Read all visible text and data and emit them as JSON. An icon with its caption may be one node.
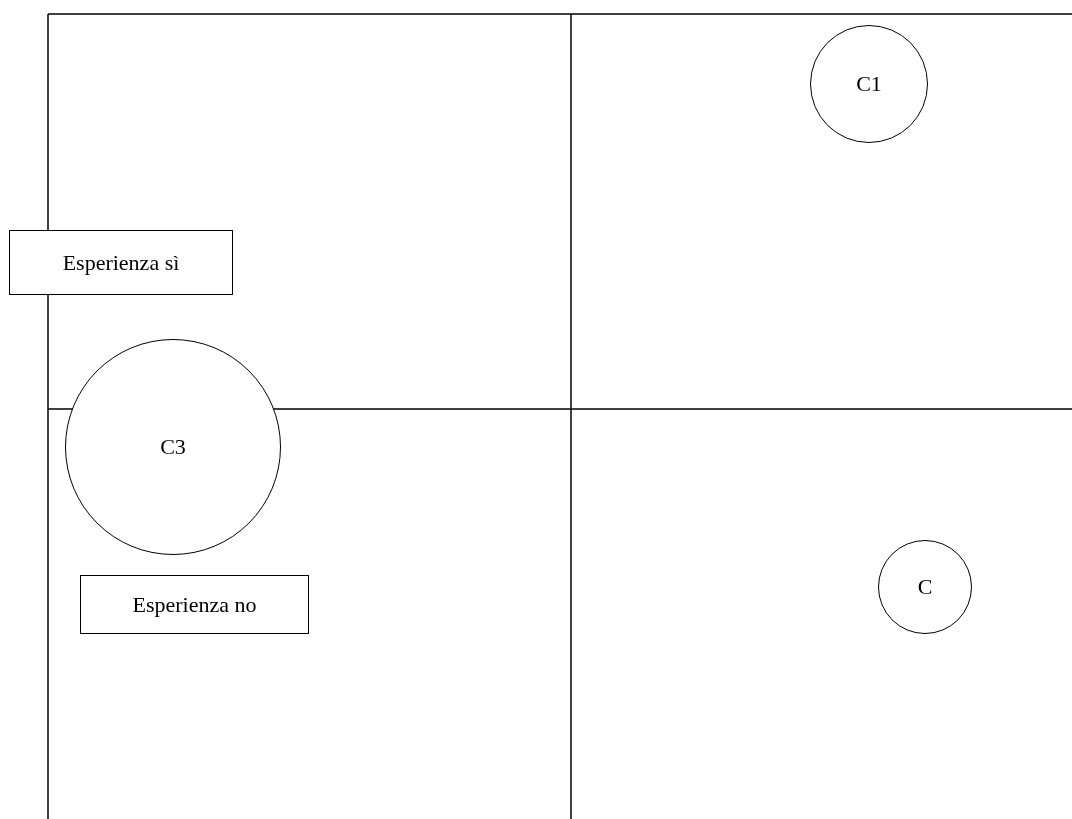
{
  "diagram": {
    "nodes": [
      {
        "text": [
          "C1"
        ]
      },
      {
        "text": [
          "Esperienza sì"
        ]
      },
      {
        "text": [
          "C3"
        ]
      },
      {
        "text": [
          "Esperienza no"
        ]
      },
      {
        "text": [
          "C"
        ]
      }
    ]
  }
}
